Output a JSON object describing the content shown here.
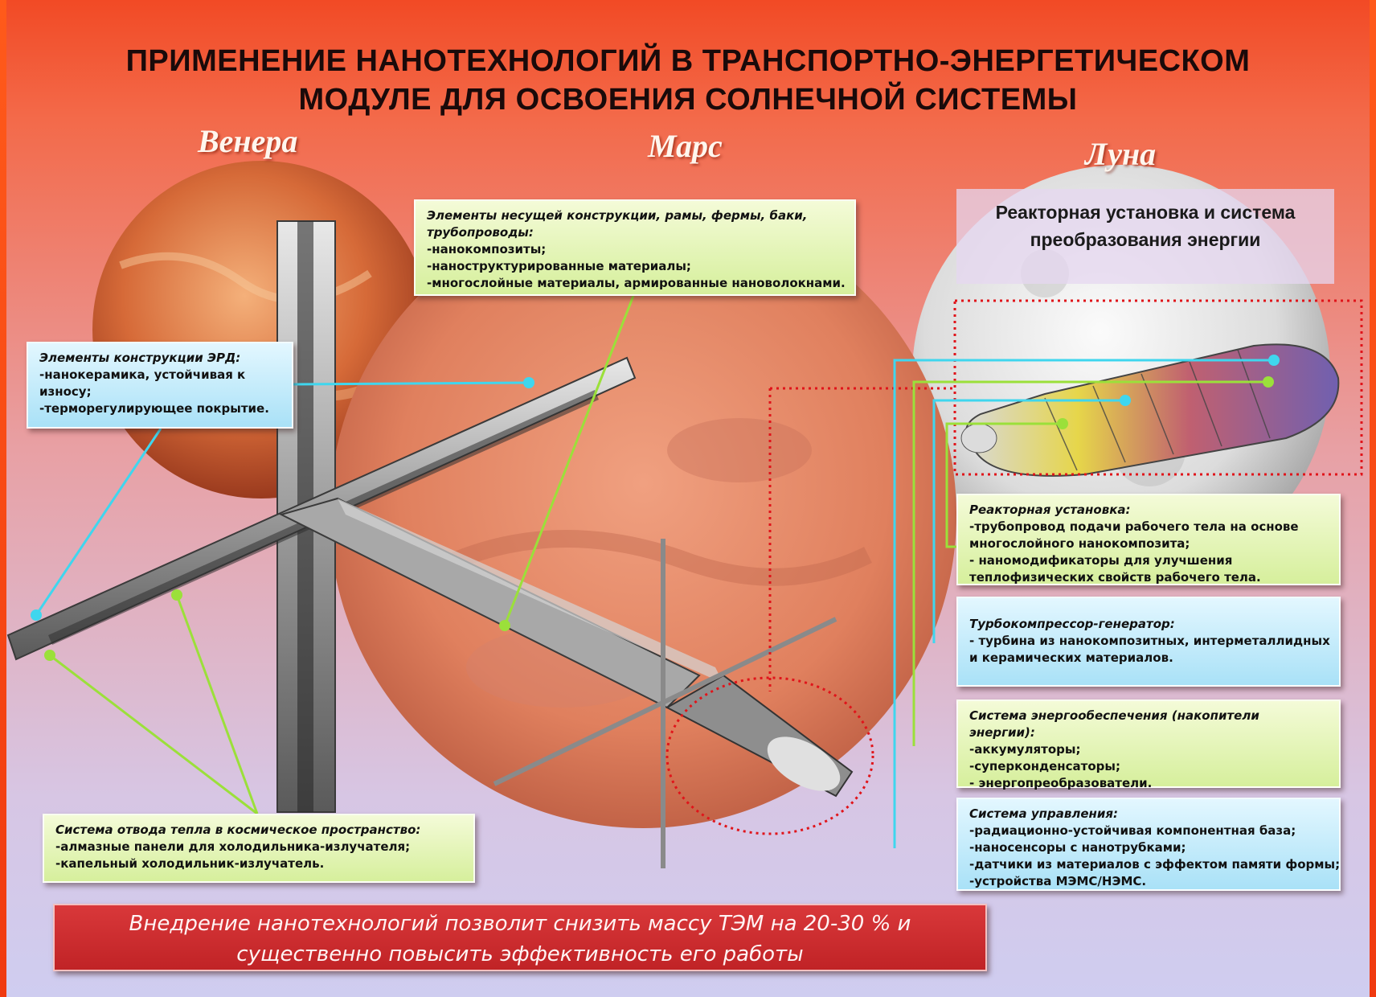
{
  "title": {
    "line1": "ПРИМЕНЕНИЕ НАНОТЕХНОЛОГИЙ В ТРАНСПОРТНО-ЭНЕРГЕТИЧЕСКОМ",
    "line2": "МОДУЛЕ ДЛЯ ОСВОЕНИЯ СОЛНЕЧНОЙ СИСТЕМЫ"
  },
  "planets": {
    "venus": "Венера",
    "mars": "Марс",
    "moon": "Луна"
  },
  "reactor_panel": {
    "line1": "Реакторная установка и система",
    "line2": "преобразования энергии"
  },
  "boxes": {
    "structure": {
      "heading": "Элементы несущей конструкции, рамы, фермы, баки,",
      "heading2": "трубопроводы:",
      "lines": [
        "-нанокомпозиты;",
        "-наноструктурированные материалы;",
        "-многослойные материалы, армированные нановолокнами."
      ]
    },
    "erd": {
      "heading": "Элементы конструкции ЭРД:",
      "lines": [
        "-нанокерамика, устойчивая к",
        "износу;",
        "-терморегулирующее покрытие."
      ]
    },
    "heat": {
      "heading": "Система отвода тепла в космическое пространство:",
      "lines": [
        "-алмазные панели для холодильника-излучателя;",
        "-капельный холодильник-излучатель."
      ]
    },
    "reactor": {
      "heading": "Реакторная установка:",
      "lines": [
        "-трубопровод подачи рабочего тела на основе",
        "многослойного нанокомпозита;",
        "- наномодификаторы для улучшения",
        "теплофизических свойств рабочего тела."
      ]
    },
    "turbo": {
      "heading": "Турбокомпрессор-генератор:",
      "lines": [
        "- турбина из  нанокомпозитных, интерметаллидных",
        "и керамических материалов."
      ]
    },
    "energy": {
      "heading": "Система энергообеспечения (накопители энергии):",
      "lines": [
        "-аккумуляторы;",
        "-суперконденсаторы;",
        "- энергопреобразователи."
      ]
    },
    "control": {
      "heading": "Система управления:",
      "lines": [
        "-радиационно-устойчивая компонентная база;",
        "-наносенсоры с нанотрубками;",
        "-датчики из материалов с эффектом памяти формы;",
        "-устройства МЭМС/НЭМС."
      ]
    }
  },
  "banner": {
    "line1": "Внедрение нанотехнологий позволит снизить массу ТЭМ на 20-30 % и",
    "line2": "существенно повысить эффективность его работы"
  },
  "colors": {
    "green_line": "#9be03a",
    "cyan_line": "#3fd6ee",
    "red_dots": "#e0141a"
  }
}
